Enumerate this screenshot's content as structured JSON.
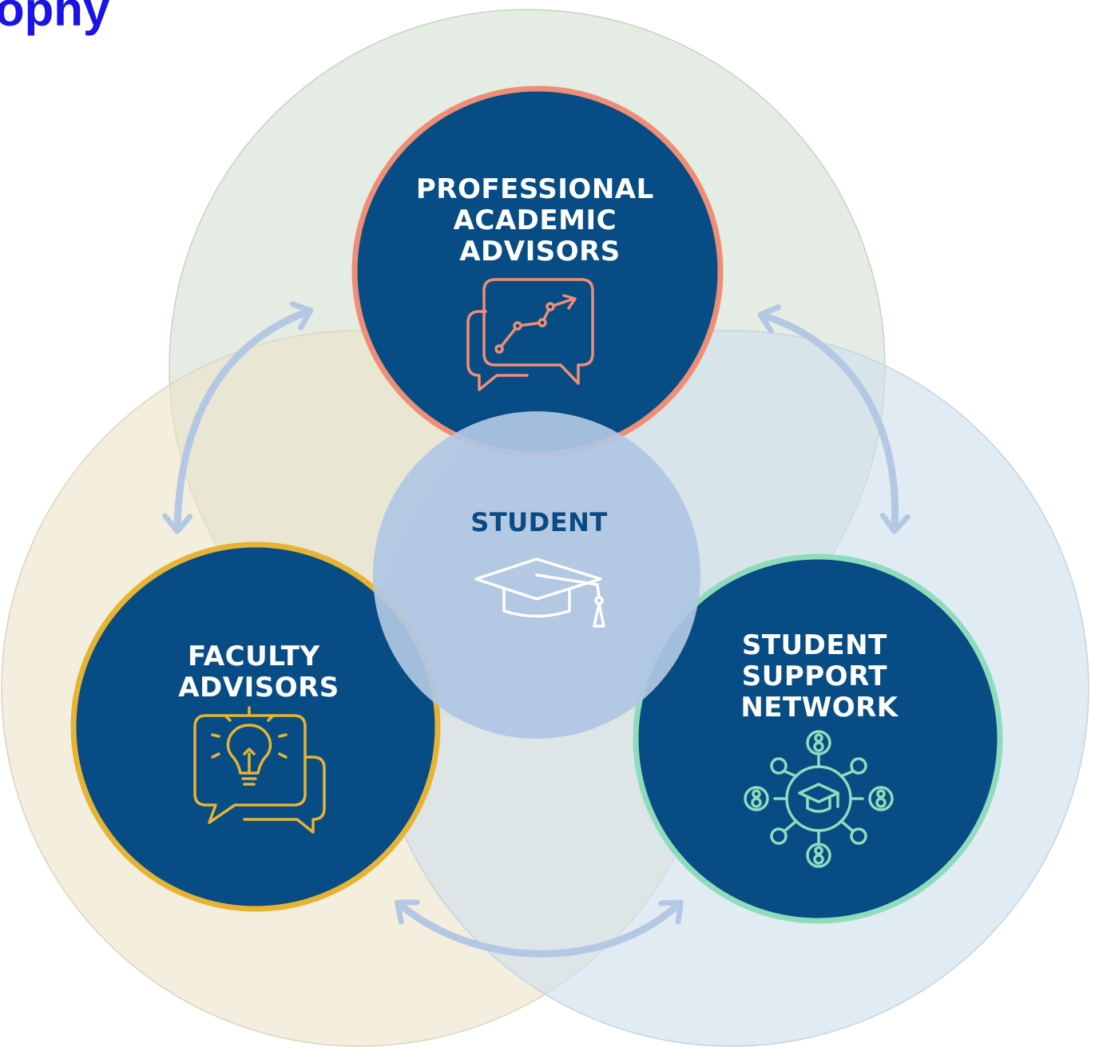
{
  "heading": "ophy",
  "nodes": {
    "professional": {
      "lines": [
        "PROFESSIONAL",
        "ACADEMIC",
        "ADVISORS"
      ],
      "ring_color": "#ef8e76",
      "icon": "chat-growth-chart-icon"
    },
    "faculty": {
      "lines": [
        "FACULTY",
        "ADVISORS"
      ],
      "ring_color": "#e6b333",
      "icon": "chat-lightbulb-icon"
    },
    "support": {
      "lines": [
        "STUDENT",
        "SUPPORT",
        "NETWORK"
      ],
      "ring_color": "#8fdcbc",
      "icon": "network-graduate-icon"
    },
    "student": {
      "lines": [
        "STUDENT"
      ],
      "icon": "graduation-cap-icon"
    }
  },
  "colors": {
    "heading": "#1a12e6",
    "node_fill": "#074c84",
    "center_fill": "#afc6e3",
    "center_text": "#0b4a83",
    "arrow": "#b5c8e3",
    "venn_top": "#dbe5d9",
    "venn_left": "#efe8d1",
    "venn_right": "#d7e4f1"
  }
}
